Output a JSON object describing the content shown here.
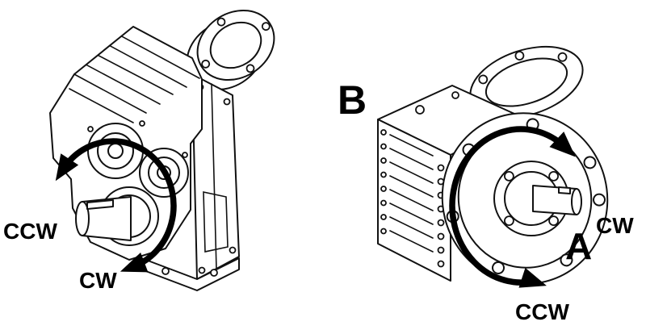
{
  "canvas": {
    "background": "#ffffff",
    "line_color": "#111111",
    "arrow_color": "#000000"
  },
  "left_unit": {
    "type": "parallel-shaft-gearmotor-illustration",
    "ccw_label": "CCW",
    "cw_label": "CW"
  },
  "right_unit": {
    "type": "flange-mounted-gearmotor-illustration",
    "b_label": "B",
    "a_label": "A",
    "cw_label": "CW",
    "ccw_label": "CCW"
  }
}
